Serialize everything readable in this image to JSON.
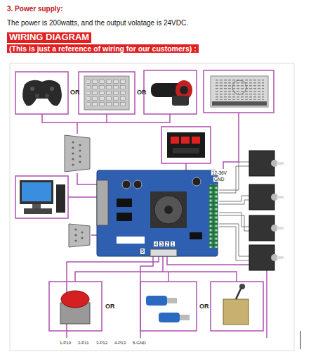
{
  "diagram": {
    "title": "WIRING DIAGRAM",
    "nodes": [
      {
        "text": [
          "12-36V",
          "GND"
        ]
      }
    ],
    "labels": [
      "3. Power supply:",
      "The power is 200watts, and the output volatage is 24VDC.",
      "(This is just a reference of wiring for our customers) :",
      "OR",
      "OR",
      "OR",
      "OR",
      "5",
      "4",
      "3",
      "2",
      "1",
      "1-P10",
      "2-P11",
      "3-P12",
      "4-P13",
      "5-GND"
    ]
  }
}
